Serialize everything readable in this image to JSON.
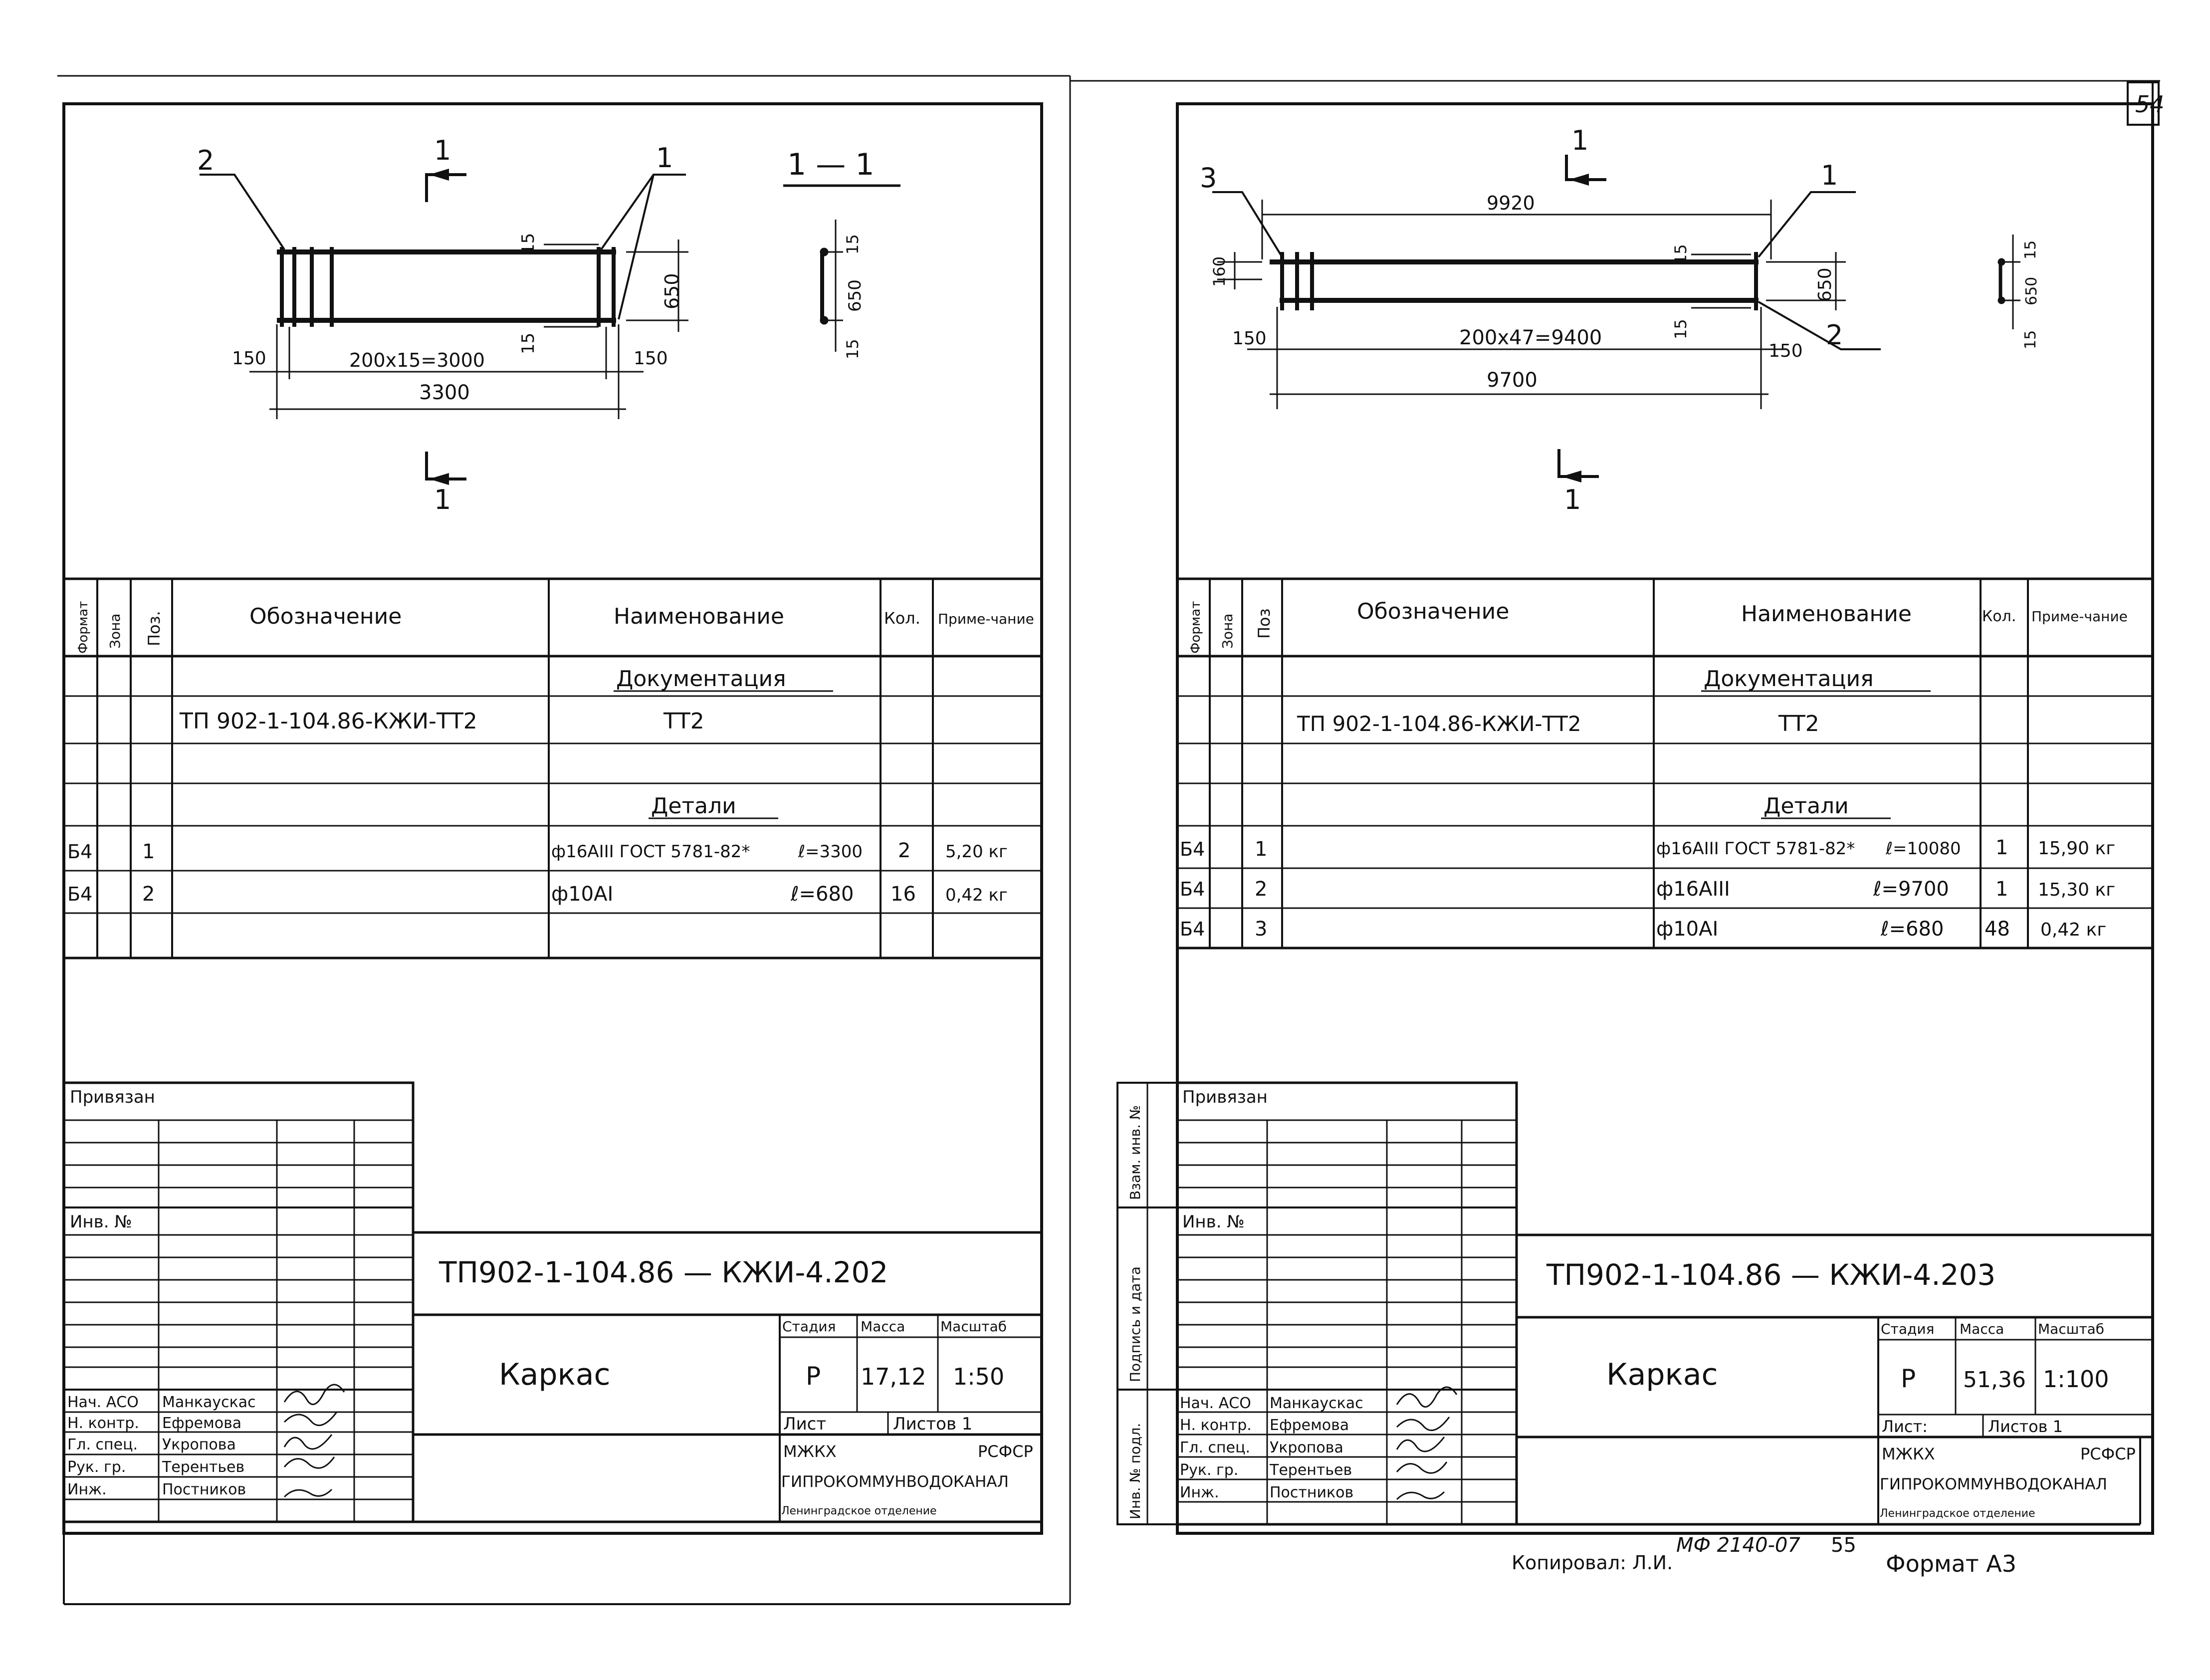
{
  "page_number": "54",
  "left": {
    "drawing": {
      "callouts": [
        "2",
        "1"
      ],
      "section_mark": "1",
      "section_title": "1 — 1",
      "dims": {
        "d15_top": "15",
        "d15_bot": "15",
        "d650": "650",
        "d150_left": "150",
        "d150_right": "150",
        "spacing": "200x15=3000",
        "overall": "3300",
        "sec_15_top": "15",
        "sec_650": "650",
        "sec_15_bot": "15"
      }
    },
    "spec": {
      "headers": {
        "format": "Формат",
        "zone": "Зона",
        "pos": "Поз.",
        "designation": "Обозначение",
        "name": "Наименование",
        "qty": "Кол.",
        "note": "Приме-чание"
      },
      "section_doc": "Документация",
      "doc_designation": "ТП 902-1-104.86-КЖИ-ТТ2",
      "doc_name": "ТТ2",
      "section_details": "Детали",
      "rows": [
        {
          "format": "Б4",
          "pos": "1",
          "name": "ф16АIII ГОСТ 5781-82*",
          "length": "ℓ=3300",
          "qty": "2",
          "note": "5,20 кг"
        },
        {
          "format": "Б4",
          "pos": "2",
          "name": "ф10АI",
          "length": "ℓ=680",
          "qty": "16",
          "note": "0,42 кг"
        }
      ]
    },
    "stamp": {
      "privyazan": "Привязан",
      "inv_no": "Инв. №",
      "doc_code": "ТП902-1-104.86 — КЖИ-4.202",
      "title": "Каркас",
      "col_stage": "Стадия",
      "col_mass": "Масса",
      "col_scale": "Масштаб",
      "stage": "Р",
      "mass": "17,12",
      "scale": "1:50",
      "sheet_label": "Лист",
      "sheets_label": "Листов 1",
      "org1": "МЖКХ",
      "org1r": "РСФСР",
      "org2": "ГИПРОКОММУНВОДОКАНАЛ",
      "org3": "Ленинградское отделение",
      "signers": [
        {
          "role": "Нач. АСО",
          "name": "Манкаускас"
        },
        {
          "role": "Н. контр.",
          "name": "Ефремова"
        },
        {
          "role": "Гл. спец.",
          "name": "Укропова"
        },
        {
          "role": "Рук. гр.",
          "name": "Терентьев"
        },
        {
          "role": "Инж.",
          "name": "Постников"
        }
      ]
    }
  },
  "right": {
    "drawing": {
      "callouts": [
        "3",
        "1",
        "2"
      ],
      "section_mark": "1",
      "dims": {
        "top": "9920",
        "d160": "160",
        "d15_top": "15",
        "d15_bot": "15",
        "d650": "650",
        "d150_left": "150",
        "d150_right": "150",
        "spacing": "200x47=9400",
        "overall": "9700",
        "sec_15_top": "15",
        "sec_650": "650",
        "sec_15_bot": "15"
      }
    },
    "spec": {
      "headers": {
        "format": "Формат",
        "zone": "Зона",
        "pos": "Поз",
        "designation": "Обозначение",
        "name": "Наименование",
        "qty": "Кол.",
        "note": "Приме-чание"
      },
      "section_doc": "Документация",
      "doc_designation": "ТП 902-1-104.86-КЖИ-ТТ2",
      "doc_name": "ТТ2",
      "section_details": "Детали",
      "rows": [
        {
          "format": "Б4",
          "pos": "1",
          "name": "ф16АIII ГОСТ 5781-82*",
          "length": "ℓ=10080",
          "qty": "1",
          "note": "15,90 кг"
        },
        {
          "format": "Б4",
          "pos": "2",
          "name": "ф16АIII",
          "length": "ℓ=9700",
          "qty": "1",
          "note": "15,30 кг"
        },
        {
          "format": "Б4",
          "pos": "3",
          "name": "ф10АI",
          "length": "ℓ=680",
          "qty": "48",
          "note": "0,42 кг"
        }
      ]
    },
    "side_labels": [
      "Инв. № подл.",
      "Подпись и дата",
      "Взам. инв. №"
    ],
    "stamp": {
      "privyazan": "Привязан",
      "inv_no": "Инв. №",
      "doc_code": "ТП902-1-104.86 — КЖИ-4.203",
      "title": "Каркас",
      "col_stage": "Стадия",
      "col_mass": "Масса",
      "col_scale": "Масштаб",
      "stage": "Р",
      "mass": "51,36",
      "scale": "1:100",
      "sheet_label": "Лист:",
      "sheets_label": "Листов 1",
      "org1": "МЖКХ",
      "org1r": "РСФСР",
      "org2": "ГИПРОКОММУНВОДОКАНАЛ",
      "org3": "Ленинградское отделение",
      "signers": [
        {
          "role": "Нач. АСО",
          "name": "Манкаускас"
        },
        {
          "role": "Н. контр.",
          "name": "Ефремова"
        },
        {
          "role": "Гл. спец.",
          "name": "Укропова"
        },
        {
          "role": "Рук. гр.",
          "name": "Терентьев"
        },
        {
          "role": "Инж.",
          "name": "Постников"
        }
      ]
    },
    "footer": {
      "copied": "Копировал: Л.И.",
      "code": "МФ 2140-07",
      "page": "55",
      "format": "Формат А3"
    }
  }
}
